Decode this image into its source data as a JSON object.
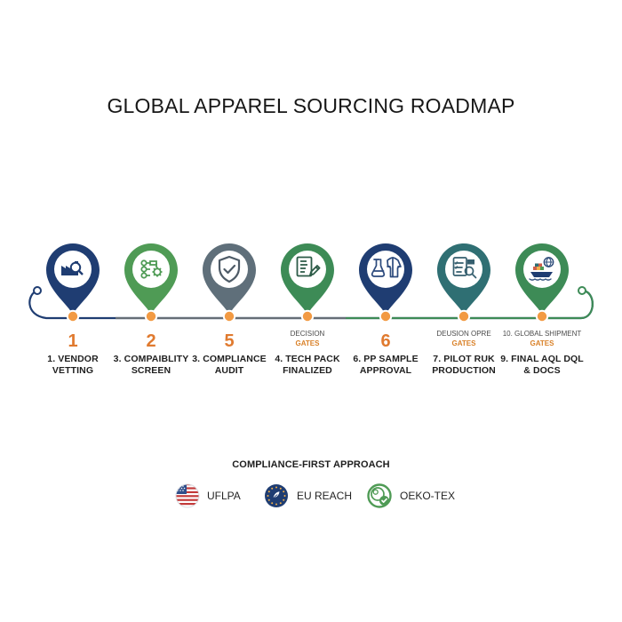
{
  "page": {
    "title": "GLOBAL APPAREL SOURCING ROADMAP"
  },
  "roadmap": {
    "stages": [
      {
        "number": "1",
        "label": "1. VENDOR VETTING",
        "icon": "factory-search-icon",
        "color": "#1f3d72"
      },
      {
        "number": "2",
        "label": "3. COMPAIBLITY SCREEN",
        "icon": "flow-gear-icon",
        "color": "#4f9b55"
      },
      {
        "number": "5",
        "label": "3. COMPLIANCE AUDIT",
        "icon": "shield-check-icon",
        "color": "#5f6f7a"
      },
      {
        "gate_main": "DECISION",
        "gate_sub": "GATES",
        "label": "4. TECH PACK FINALIZED",
        "icon": "document-pencil-icon",
        "color": "#3d8b56"
      },
      {
        "number": "6",
        "label": "6. PP SAMPLE APPROVAL",
        "icon": "flask-jacket-icon",
        "color": "#1f3d72"
      },
      {
        "gate_main": "DEUSION OPRE",
        "gate_sub": "GATES",
        "label": "7. PILOT RUK PRODUCTION",
        "icon": "checklist-magnifier-icon",
        "color": "#2f6f73"
      },
      {
        "gate_main": "10. GLOBAL SHIPMENT",
        "gate_sub": "GATES",
        "label": "9. FINAL AQL DQL & DOCS",
        "icon": "cargo-ship-globe-icon",
        "color": "#3d8b56"
      }
    ]
  },
  "compliance": {
    "title": "COMPLIANCE-FIRST APPROACH",
    "items": [
      {
        "label": "UFLPA",
        "icon": "us-flag-icon"
      },
      {
        "label": "EU REACH",
        "icon": "eu-reach-icon"
      },
      {
        "label": "OEKO-TEX",
        "icon": "oeko-tex-icon"
      }
    ]
  }
}
